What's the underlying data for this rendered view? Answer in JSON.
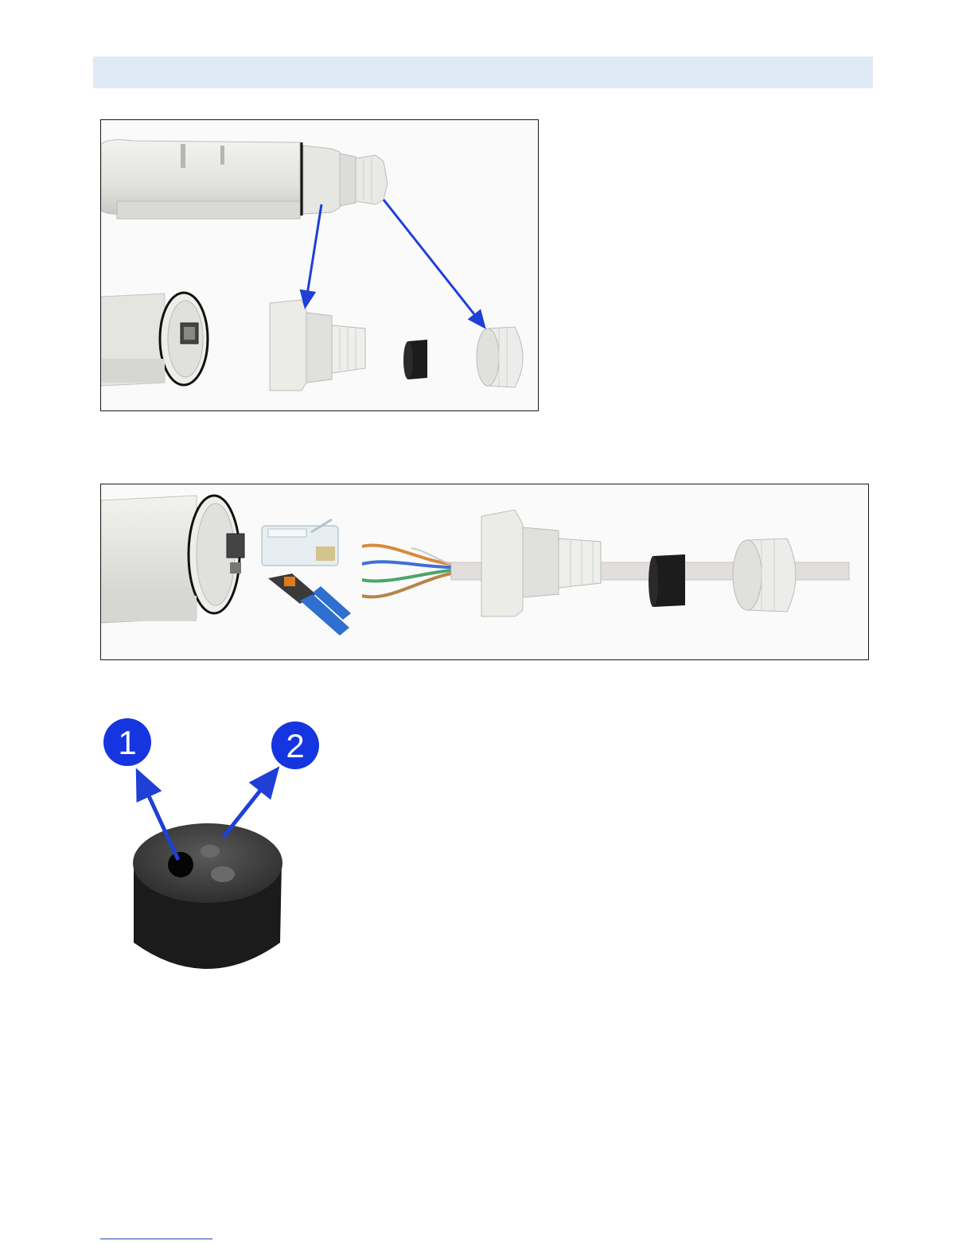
{
  "colors": {
    "header_band": "#dfeaf6",
    "arrow": "#1f3fd6",
    "callout": "#1535e0",
    "device": "#e7e7e4",
    "grommet": "#1c1c1c",
    "footer_rule": "#1f3fae"
  },
  "figures": [
    {
      "name": "disassembled-connector-figure",
      "icon": "arrows-pointing-to-parts"
    },
    {
      "name": "cable-assembly-parts-figure",
      "icon": "rj45-crimper-cable"
    },
    {
      "name": "rubber-grommet-figure",
      "icon": "grommet-with-callouts"
    }
  ],
  "callouts": {
    "one": "1",
    "two": "2"
  }
}
